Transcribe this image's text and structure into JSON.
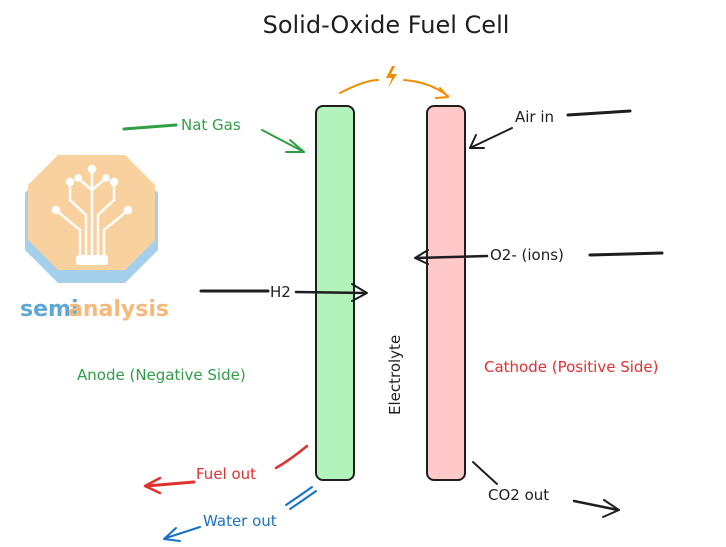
{
  "title": "Solid-Oxide Fuel Cell",
  "labels": {
    "nat_gas": "Nat Gas",
    "air_in": "Air in",
    "o2_ions": "O2- (ions)",
    "h2": "H2",
    "electrolyte": "Electrolyte",
    "anode": "Anode (Negative Side)",
    "cathode": "Cathode (Positive Side)",
    "fuel_out": "Fuel out",
    "water_out": "Water out",
    "co2_out": "CO2 out"
  },
  "logo": {
    "text_semi": "semi",
    "text_analysis": "analysis"
  },
  "colors": {
    "anode_fill": "#b2f2bb",
    "cathode_fill": "#ffc9c9",
    "green": "#2f9e44",
    "red": "#e03131",
    "blue": "#1971c2",
    "orange": "#f08c00",
    "logo_orange": "#f9d19e",
    "logo_blue": "#a5d0ec"
  },
  "icons": {
    "bolt": "lightning-bolt-icon"
  }
}
